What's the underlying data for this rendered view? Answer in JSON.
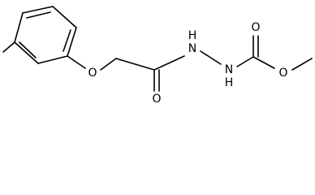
{
  "molecule": {
    "atoms": {
      "ether_oxygen": "O",
      "carbonyl_oxygen_amide": "O",
      "hydrazide_n1": "N",
      "hydrazide_n1_h": "H",
      "hydrazide_n2": "N",
      "hydrazide_n2_h": "H",
      "carbonyl_oxygen_ester": "O",
      "ester_oxygen": "O"
    }
  },
  "colors": {
    "bond": "#000000",
    "label": "#000000",
    "background": "#ffffff"
  }
}
